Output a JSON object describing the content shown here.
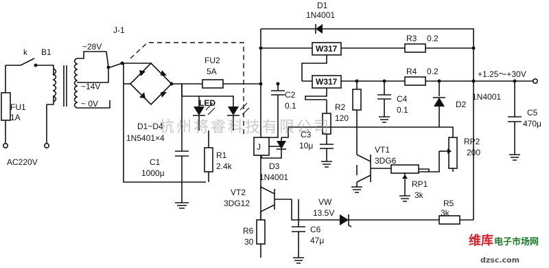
{
  "labels": {
    "fu1": "FU1",
    "fu1_rating": "1A",
    "k": "k",
    "b1": "B1",
    "mains": "AC220V",
    "j1": "J-1",
    "tap_28": "~28V",
    "tap_14": "~14V",
    "tap_0": "~ 0V",
    "bridge": "D1~D4",
    "bridge_part": "1N5401×4",
    "led": "LED",
    "fu2": "FU2",
    "fu2_rating": "5A",
    "c1": "C1",
    "c1_value": "1000μ",
    "r1": "R1",
    "r1_value": "2.4k",
    "d1": "D1",
    "d1_part": "1N4001",
    "w317_a": "W317",
    "w317_b": "W317",
    "r3": "R3",
    "r3_value": "0.2",
    "r4": "R4",
    "r4_value": "0.2",
    "output": "+1.25～+30V",
    "c2": "C2",
    "c2_value": "0.1",
    "r2": "R2",
    "r2_value": "120",
    "c4": "C4",
    "c4_value": "0.1",
    "d2": "D2",
    "d2_part": "1N4001",
    "c5": "C5",
    "c5_value": "470μ",
    "j": "J",
    "c3": "C3",
    "c3_value": "10μ",
    "d3": "D3",
    "d3_part": "1N4001",
    "vt1": "VT1",
    "vt1_part": "3DG6",
    "rp2": "RP2",
    "rp2_value": "200",
    "rp1": "RP1",
    "rp1_value": "3k",
    "vt2": "VT2",
    "vt2_part": "3DG12",
    "vw": "VW",
    "vw_value": "13.5V",
    "r5": "R5",
    "r5_value": "3k",
    "r6": "R6",
    "r6_value": "30",
    "c6": "C6",
    "c6_value": "47μ"
  },
  "watermark": "杭州将睿科技有限公司",
  "logo": {
    "line1": "维库",
    "line2": "电子市场网",
    "site": "dzsc.com"
  },
  "colors": {
    "ink": "#111111",
    "watermark": "#9a9a9a",
    "logo_red": "#d4202a"
  }
}
